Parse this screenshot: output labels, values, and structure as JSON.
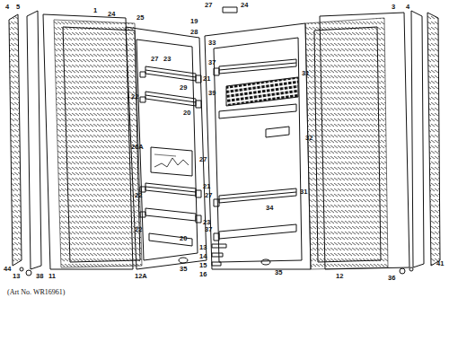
{
  "diagram": {
    "caption": "(Art No. WR16961)",
    "labels": [
      "4",
      "5",
      "1",
      "24",
      "25",
      "27",
      "23",
      "21",
      "29",
      "22",
      "20",
      "26A",
      "27",
      "21",
      "22",
      "23",
      "22",
      "20",
      "35",
      "12A",
      "44",
      "13",
      "38",
      "11",
      "27",
      "24",
      "19",
      "28",
      "3",
      "4",
      "33",
      "37",
      "31",
      "39",
      "32",
      "27",
      "34",
      "31",
      "37",
      "13",
      "14",
      "15",
      "16",
      "35",
      "12",
      "36",
      "41"
    ]
  }
}
